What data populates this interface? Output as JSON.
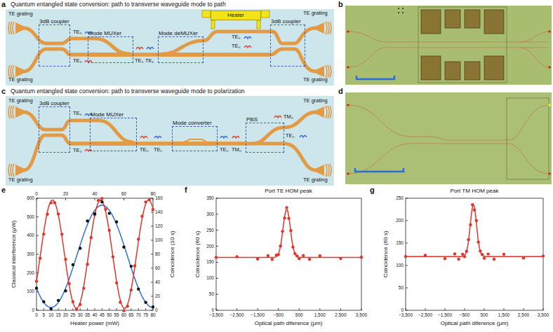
{
  "diagram": {
    "nodes": [
      {
        "text": [
          "3dB coupler"
        ]
      },
      {
        "text": [
          "Mode MUXer"
        ]
      },
      {
        "text": [
          "Mode deMUXer"
        ]
      },
      {
        "text": [
          "Heater"
        ]
      },
      {
        "text": [
          "3dB coupler"
        ]
      },
      {
        "text": [
          "3dB coupler"
        ]
      },
      {
        "text": [
          "Mode MUXer"
        ]
      },
      {
        "text": [
          "Mode converter"
        ]
      },
      {
        "text": [
          "PBS"
        ]
      }
    ],
    "edges": [
      {
        "from": 0,
        "to": 1,
        "arrow": "none"
      },
      {
        "from": 1,
        "to": 2,
        "arrow": "none"
      },
      {
        "from": 2,
        "to": 4,
        "arrow": "none"
      },
      {
        "from": 5,
        "to": 6,
        "arrow": "none"
      },
      {
        "from": 6,
        "to": 7,
        "arrow": "none"
      },
      {
        "from": 7,
        "to": 8,
        "arrow": "none"
      }
    ],
    "labels": [
      "a",
      "b",
      "c",
      "d",
      "e",
      "f",
      "g",
      "Quantum entangled state conversion: path to transverse waveguide mode to path",
      "Quantum entangled state conversion: path to transverse waveguide mode to polarization",
      "TE grating",
      "TE grating",
      "TE grating",
      "TE grating",
      "TE₀",
      "TE₀",
      "TE₀",
      "TE₁",
      "TE₀",
      "TE₀",
      "TE grating",
      "TE grating",
      "TE grating",
      "TE grating",
      "TE₀",
      "TE₀",
      "TE₀",
      "TE₁",
      "TE₀",
      "TM₀",
      "TM₀",
      "TE₀",
      "Classical interference (μW)",
      "Coincidence (10 s)",
      "Heater power (mW)",
      "0",
      "100",
      "200",
      "300",
      "400",
      "500",
      "600",
      "0",
      "20",
      "40",
      "60",
      "80",
      "100",
      "120",
      "140",
      "160",
      "0",
      "5",
      "10",
      "15",
      "20",
      "25",
      "30",
      "35",
      "40",
      "45",
      "50",
      "55",
      "60",
      "65",
      "70",
      "75",
      "80",
      "0",
      "20",
      "40",
      "60",
      "80",
      "Port TE HOM peak",
      "Coincidence (60 s)",
      "Optical path diference (μm)",
      "0",
      "50",
      "100",
      "150",
      "200",
      "250",
      "300",
      "350",
      "−3,500",
      "−2,500",
      "−1,500",
      "−500",
      "500",
      "1,500",
      "2,500",
      "3,500",
      "Port TM HOM peak",
      "Coincidence (60 s)",
      "Optical path diference (μm)",
      "0",
      "50",
      "100",
      "150",
      "200",
      "250",
      "−3,500",
      "−2,500",
      "−1,500",
      "−500",
      "500",
      "1,500",
      "2,500",
      "3,500"
    ]
  }
}
